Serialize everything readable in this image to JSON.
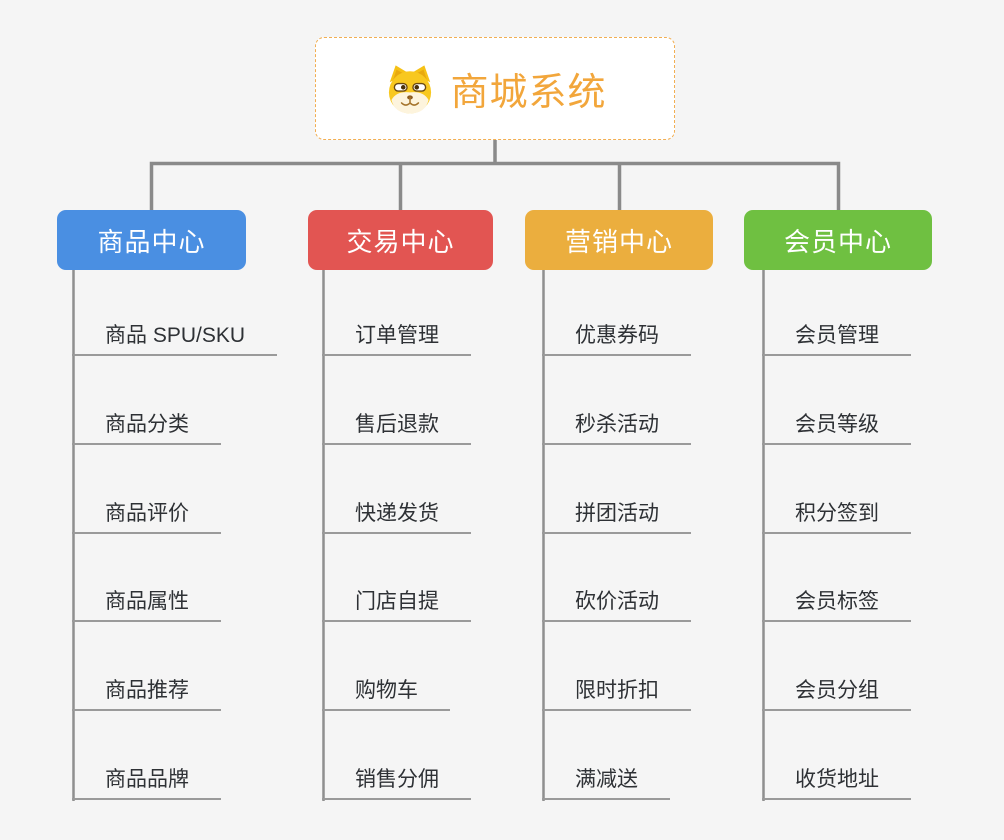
{
  "canvas": {
    "background_color": "#f5f5f5",
    "connector_color": "#8a8a8a",
    "underline_color": "#9a9a9a"
  },
  "root": {
    "title": "商城系统",
    "icon": "doge-face-icon",
    "text_color": "#f2a63b",
    "border_color": "#f2ae52",
    "background": "#ffffff"
  },
  "branches": [
    {
      "label": "商品中心",
      "color": "#4a8fe2",
      "items": [
        "商品 SPU/SKU",
        "商品分类",
        "商品评价",
        "商品属性",
        "商品推荐",
        "商品品牌"
      ]
    },
    {
      "label": "交易中心",
      "color": "#e25552",
      "items": [
        "订单管理",
        "售后退款",
        "快递发货",
        "门店自提",
        "购物车",
        "销售分佣"
      ]
    },
    {
      "label": "营销中心",
      "color": "#ebae3e",
      "items": [
        "优惠券码",
        "秒杀活动",
        "拼团活动",
        "砍价活动",
        "限时折扣",
        "满减送"
      ]
    },
    {
      "label": "会员中心",
      "color": "#6fc041",
      "items": [
        "会员管理",
        "会员等级",
        "积分签到",
        "会员标签",
        "会员分组",
        "收货地址"
      ]
    }
  ]
}
